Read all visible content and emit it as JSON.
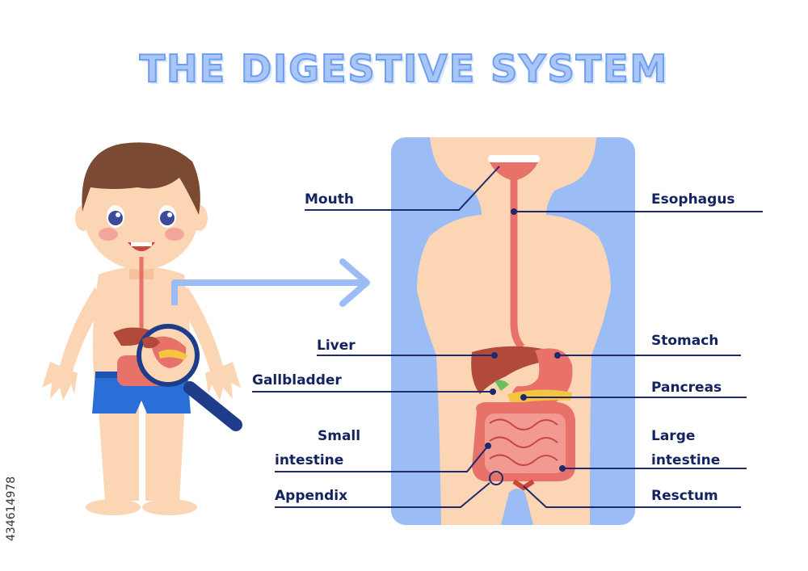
{
  "title": "THE DIGESTIVE SYSTEM",
  "watermark_id": "434614978",
  "labels": {
    "mouth": "Mouth",
    "esophagus": "Esophagus",
    "liver": "Liver",
    "stomach": "Stomach",
    "gallbladder": "Gallbladder",
    "pancreas": "Pancreas",
    "small_intestine_1": "Small",
    "small_intestine_2": "intestine",
    "large_intestine_1": "Large",
    "large_intestine_2": "intestine",
    "appendix": "Appendix",
    "rectum": "Resctum"
  },
  "colors": {
    "title": "#a9c6f7",
    "label_text": "#14225f",
    "panel_bg": "#9bbcf5",
    "skin": "#fcd6b4",
    "organ": "#e8716a",
    "liver": "#b24a3c",
    "pancreas": "#f6c443",
    "shorts": "#2a6ed8"
  }
}
